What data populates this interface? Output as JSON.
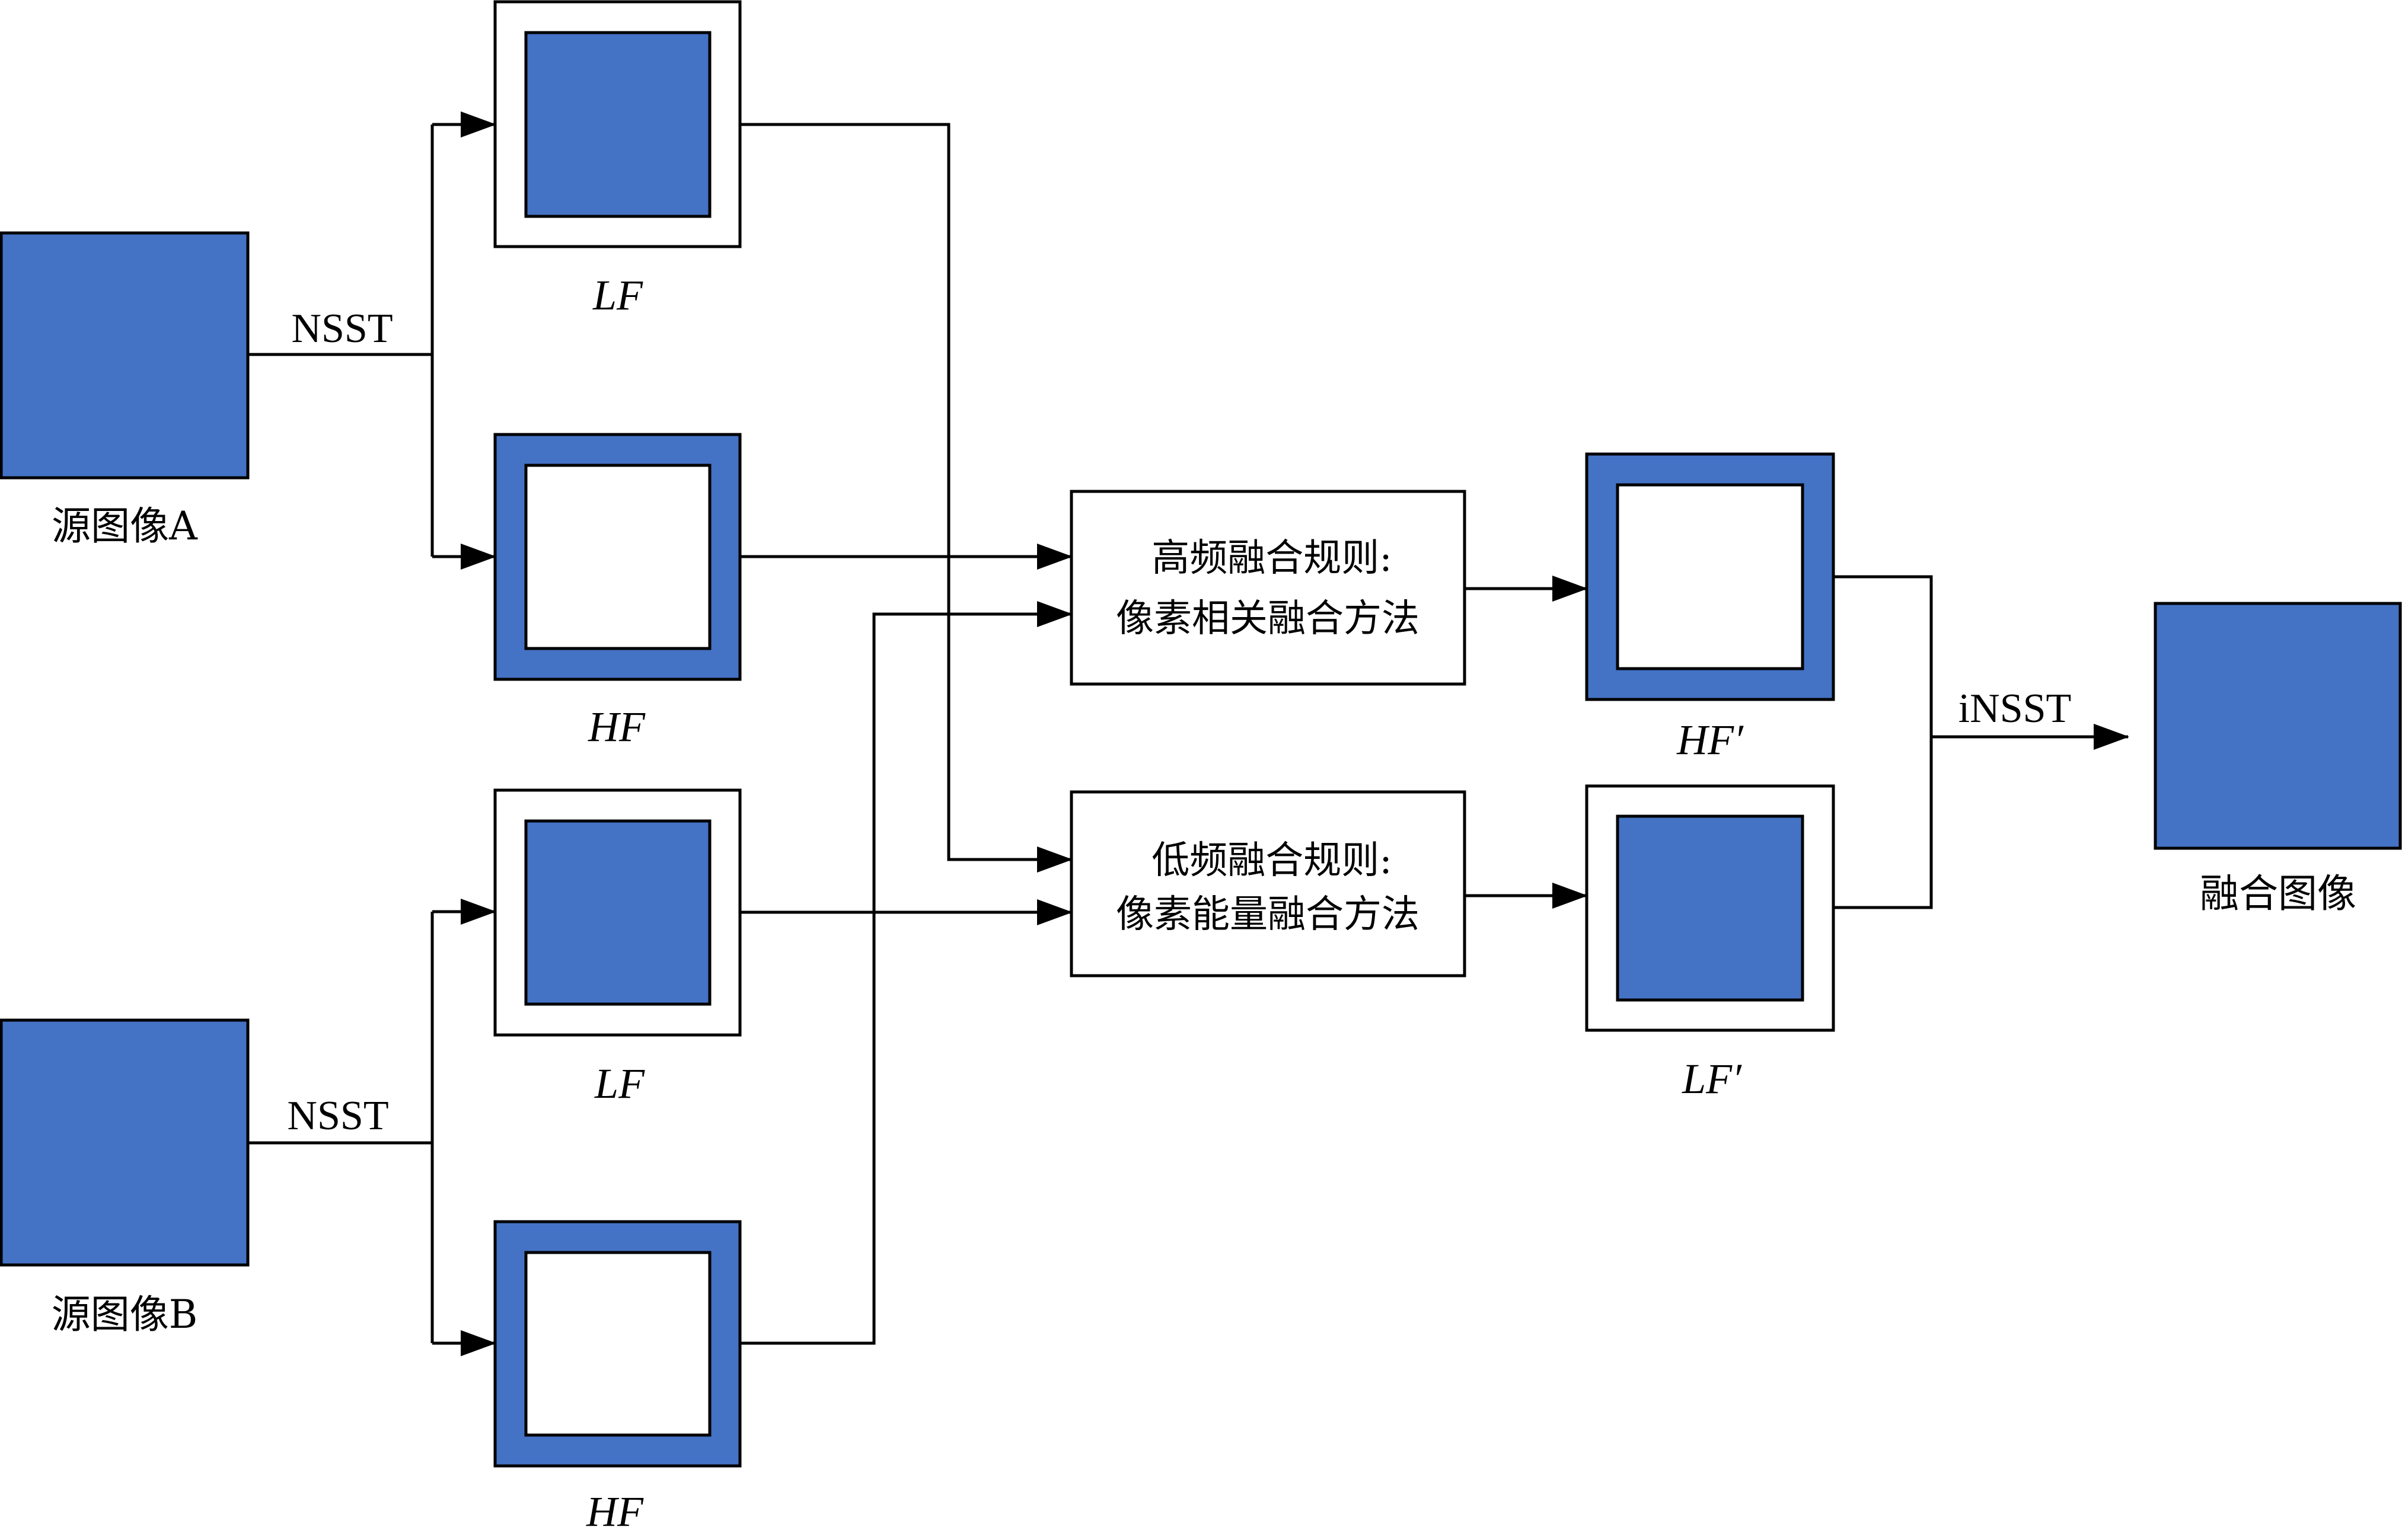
{
  "colors": {
    "image_fill": "#4472C4",
    "background": "#FFFFFF",
    "line": "#000000"
  },
  "source_a": {
    "label": "源图像A",
    "transform_label": "NSST"
  },
  "source_b": {
    "label": "源图像B",
    "transform_label": "NSST"
  },
  "subbands_a": {
    "low_label": "LF",
    "high_label": "HF"
  },
  "subbands_b": {
    "low_label": "LF",
    "high_label": "HF"
  },
  "high_rule": {
    "line1": "高频融合规则:",
    "line2": "像素相关融合方法"
  },
  "low_rule": {
    "line1": "低频融合规则:",
    "line2": "像素能量融合方法"
  },
  "fused_subbands": {
    "high_label": "HF′",
    "low_label": "LF′"
  },
  "inverse": {
    "label": "iNSST"
  },
  "fused_image": {
    "label": "融合图像"
  }
}
